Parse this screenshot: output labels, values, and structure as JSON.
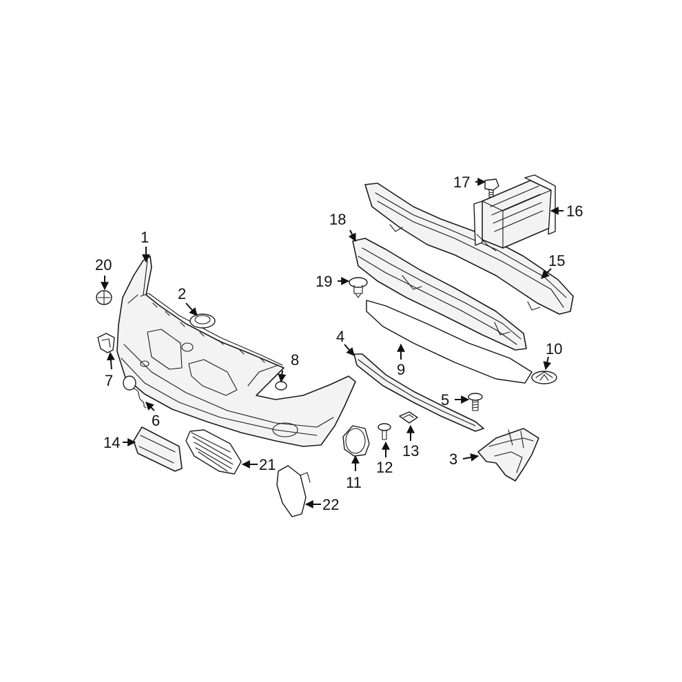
{
  "callouts": [
    {
      "id": "c1",
      "label": "1"
    },
    {
      "id": "c2",
      "label": "2"
    },
    {
      "id": "c3",
      "label": "3"
    },
    {
      "id": "c4",
      "label": "4"
    },
    {
      "id": "c5",
      "label": "5"
    },
    {
      "id": "c6",
      "label": "6"
    },
    {
      "id": "c7",
      "label": "7"
    },
    {
      "id": "c8",
      "label": "8"
    },
    {
      "id": "c9",
      "label": "9"
    },
    {
      "id": "c10",
      "label": "10"
    },
    {
      "id": "c11",
      "label": "11"
    },
    {
      "id": "c12",
      "label": "12"
    },
    {
      "id": "c13",
      "label": "13"
    },
    {
      "id": "c14",
      "label": "14"
    },
    {
      "id": "c15",
      "label": "15"
    },
    {
      "id": "c16",
      "label": "16"
    },
    {
      "id": "c17",
      "label": "17"
    },
    {
      "id": "c18",
      "label": "18"
    },
    {
      "id": "c19",
      "label": "19"
    },
    {
      "id": "c20",
      "label": "20"
    },
    {
      "id": "c21",
      "label": "21"
    },
    {
      "id": "c22",
      "label": "22"
    }
  ],
  "colors": {
    "line": "#1a1a1a",
    "fill": "#f3f3f3",
    "background": "#ffffff"
  }
}
